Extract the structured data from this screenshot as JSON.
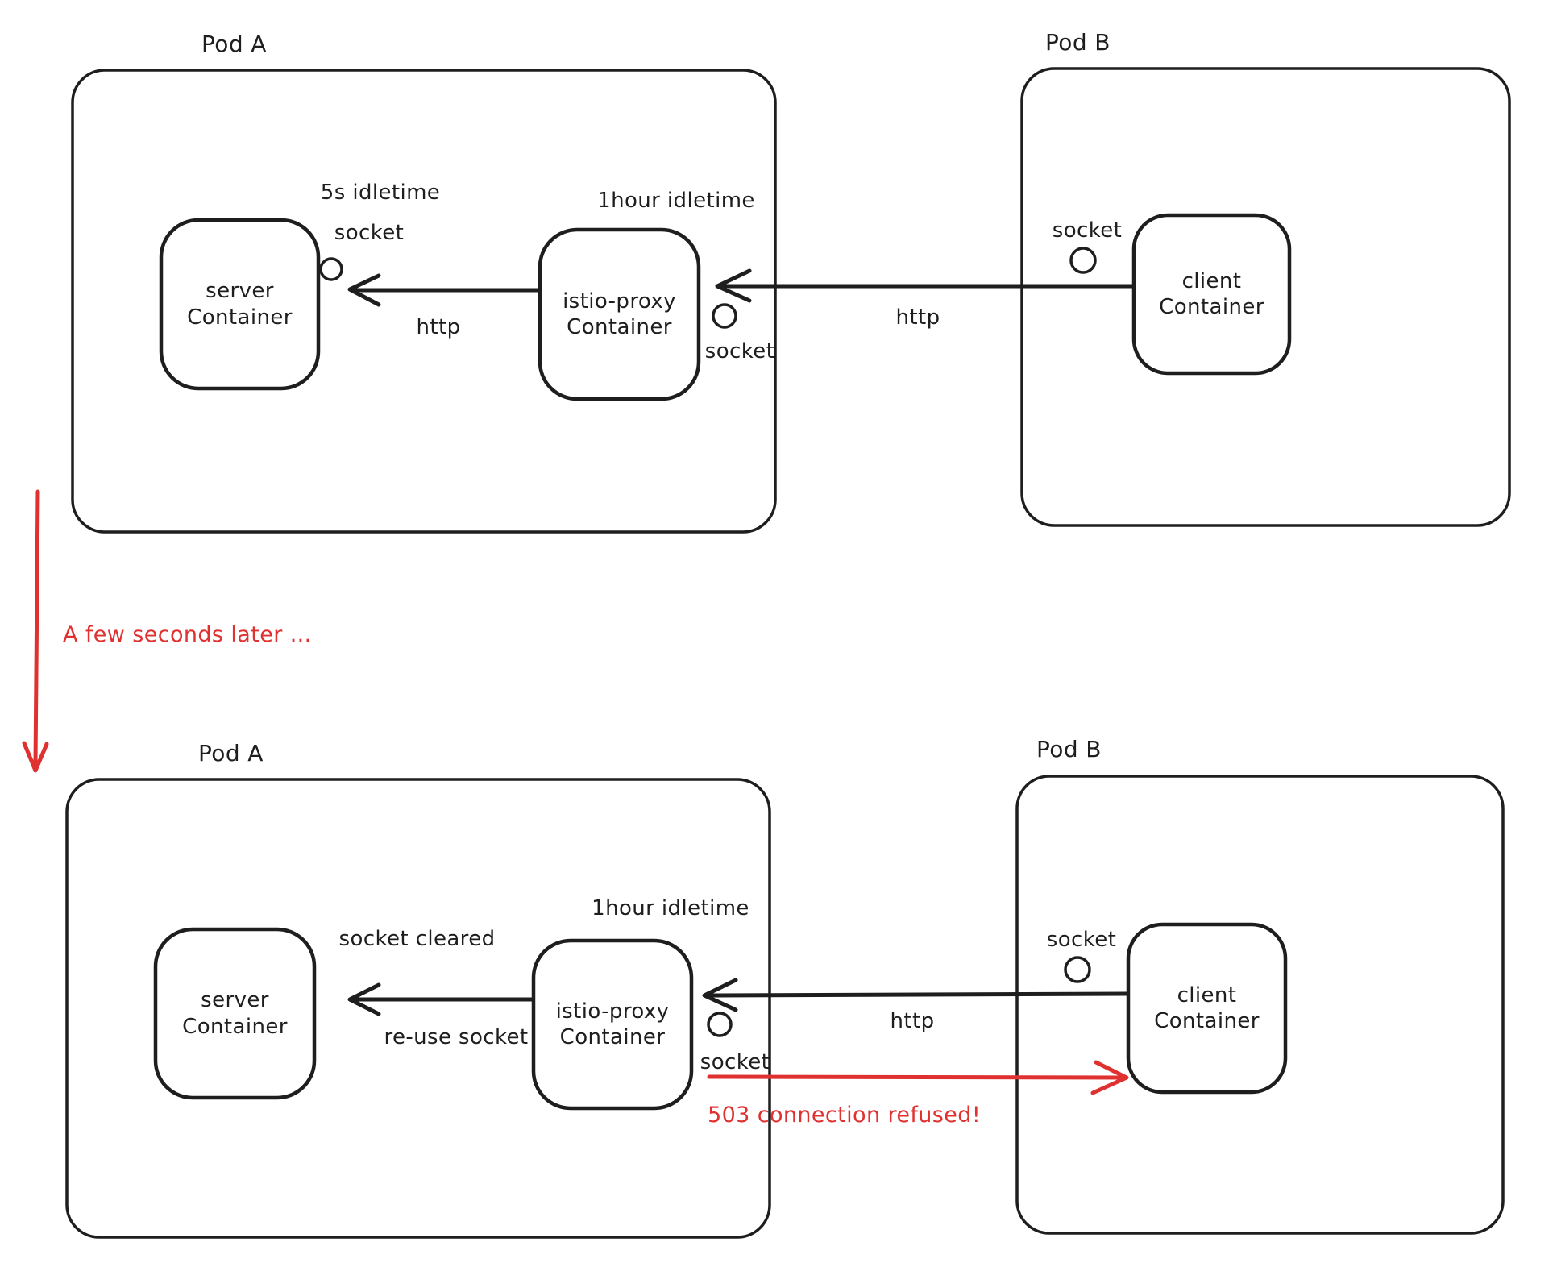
{
  "colors": {
    "stroke": "#1e1e1e",
    "accent_red": "#e03131",
    "background": "#ffffff"
  },
  "scene1": {
    "pod_a_label": "Pod A",
    "pod_b_label": "Pod B",
    "server_container_label": "server\nContainer",
    "istio_container_label": "istio-proxy\nContainer",
    "client_container_label": "client\nContainer",
    "server_socket_idletime": "5s idletime",
    "server_socket_label": "socket",
    "istio_idletime": "1hour idletime",
    "istio_socket_label": "socket",
    "client_socket_label": "socket",
    "http_left_label": "http",
    "http_right_label": "http"
  },
  "transition_label": "A few seconds later ...",
  "scene2": {
    "pod_a_label": "Pod A",
    "pod_b_label": "Pod B",
    "server_container_label": "server\nContainer",
    "istio_container_label": "istio-proxy\nContainer",
    "client_container_label": "client\nContainer",
    "socket_cleared_label": "socket cleared",
    "reuse_socket_label": "re-use socket",
    "istio_idletime": "1hour idletime",
    "istio_socket_label": "socket",
    "client_socket_label": "socket",
    "http_label": "http",
    "error_label": "503 connection refused!"
  }
}
